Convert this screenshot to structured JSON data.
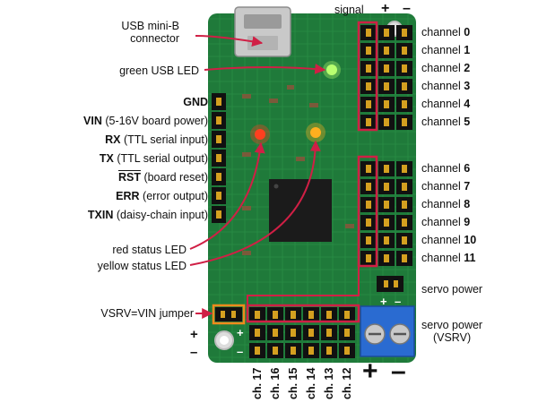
{
  "labels": {
    "usb_connector_1": "USB mini-B",
    "usb_connector_2": "connector",
    "green_led": "green USB LED",
    "gnd": "GND",
    "vin_name": "VIN",
    "vin_desc": "(5-16V board power)",
    "rx_name": "RX",
    "rx_desc": "(TTL serial input)",
    "tx_name": "TX",
    "tx_desc": "(TTL serial output)",
    "rst_name": "RST",
    "rst_desc": "(board reset)",
    "err_name": "ERR",
    "err_desc": "(error output)",
    "txin_name": "TXIN",
    "txin_desc": "(daisy-chain input)",
    "red_led": "red status LED",
    "yellow_led": "yellow status LED",
    "jumper": "VSRV=VIN jumper",
    "signal": "signal",
    "plus": "+",
    "minus": "–",
    "servo_power": "servo power",
    "servo_power_vsrv_1": "servo power",
    "servo_power_vsrv_2": "(VSRV)"
  },
  "channel_word": "channel",
  "right_channels": [
    "0",
    "1",
    "2",
    "3",
    "4",
    "5",
    "6",
    "7",
    "8",
    "9",
    "10",
    "11"
  ],
  "bottom_channels": [
    "ch. 17",
    "ch. 16",
    "ch. 15",
    "ch. 14",
    "ch. 13",
    "ch. 12"
  ],
  "colors": {
    "pcb": "#1f7a3a",
    "pcb_dark": "#14592a",
    "highlight": "#d01f45",
    "jumper": "#f08a1c",
    "terminal": "#2a6bd1"
  }
}
